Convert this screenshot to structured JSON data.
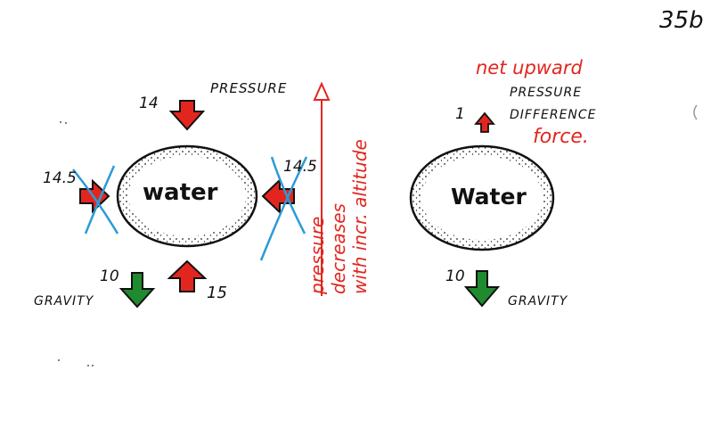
{
  "page_number": "35b",
  "left": {
    "water_label": "water",
    "pressure_label": "PRESSURE",
    "gravity_label": "GRAVITY",
    "top_value": "14",
    "left_value": "14.5",
    "right_value": "14.5",
    "bottom_value": "15",
    "gravity_value": "10"
  },
  "side_note": {
    "lines": [
      "pressure",
      "decreases",
      "with incr. altitude"
    ]
  },
  "right": {
    "water_label": "Water",
    "net_upward": "net upward",
    "pressure_line1": "PRESSURE",
    "pressure_line2": "DIFFERENCE",
    "force_word": "force.",
    "diff_value": "1",
    "gravity_value": "10",
    "gravity_label": "GRAVITY"
  },
  "colors": {
    "red_arrow": "#e2261f",
    "green_arrow": "#1f8a2e",
    "cross_out": "#2a9bd6",
    "annotation_red": "#e2261f"
  }
}
